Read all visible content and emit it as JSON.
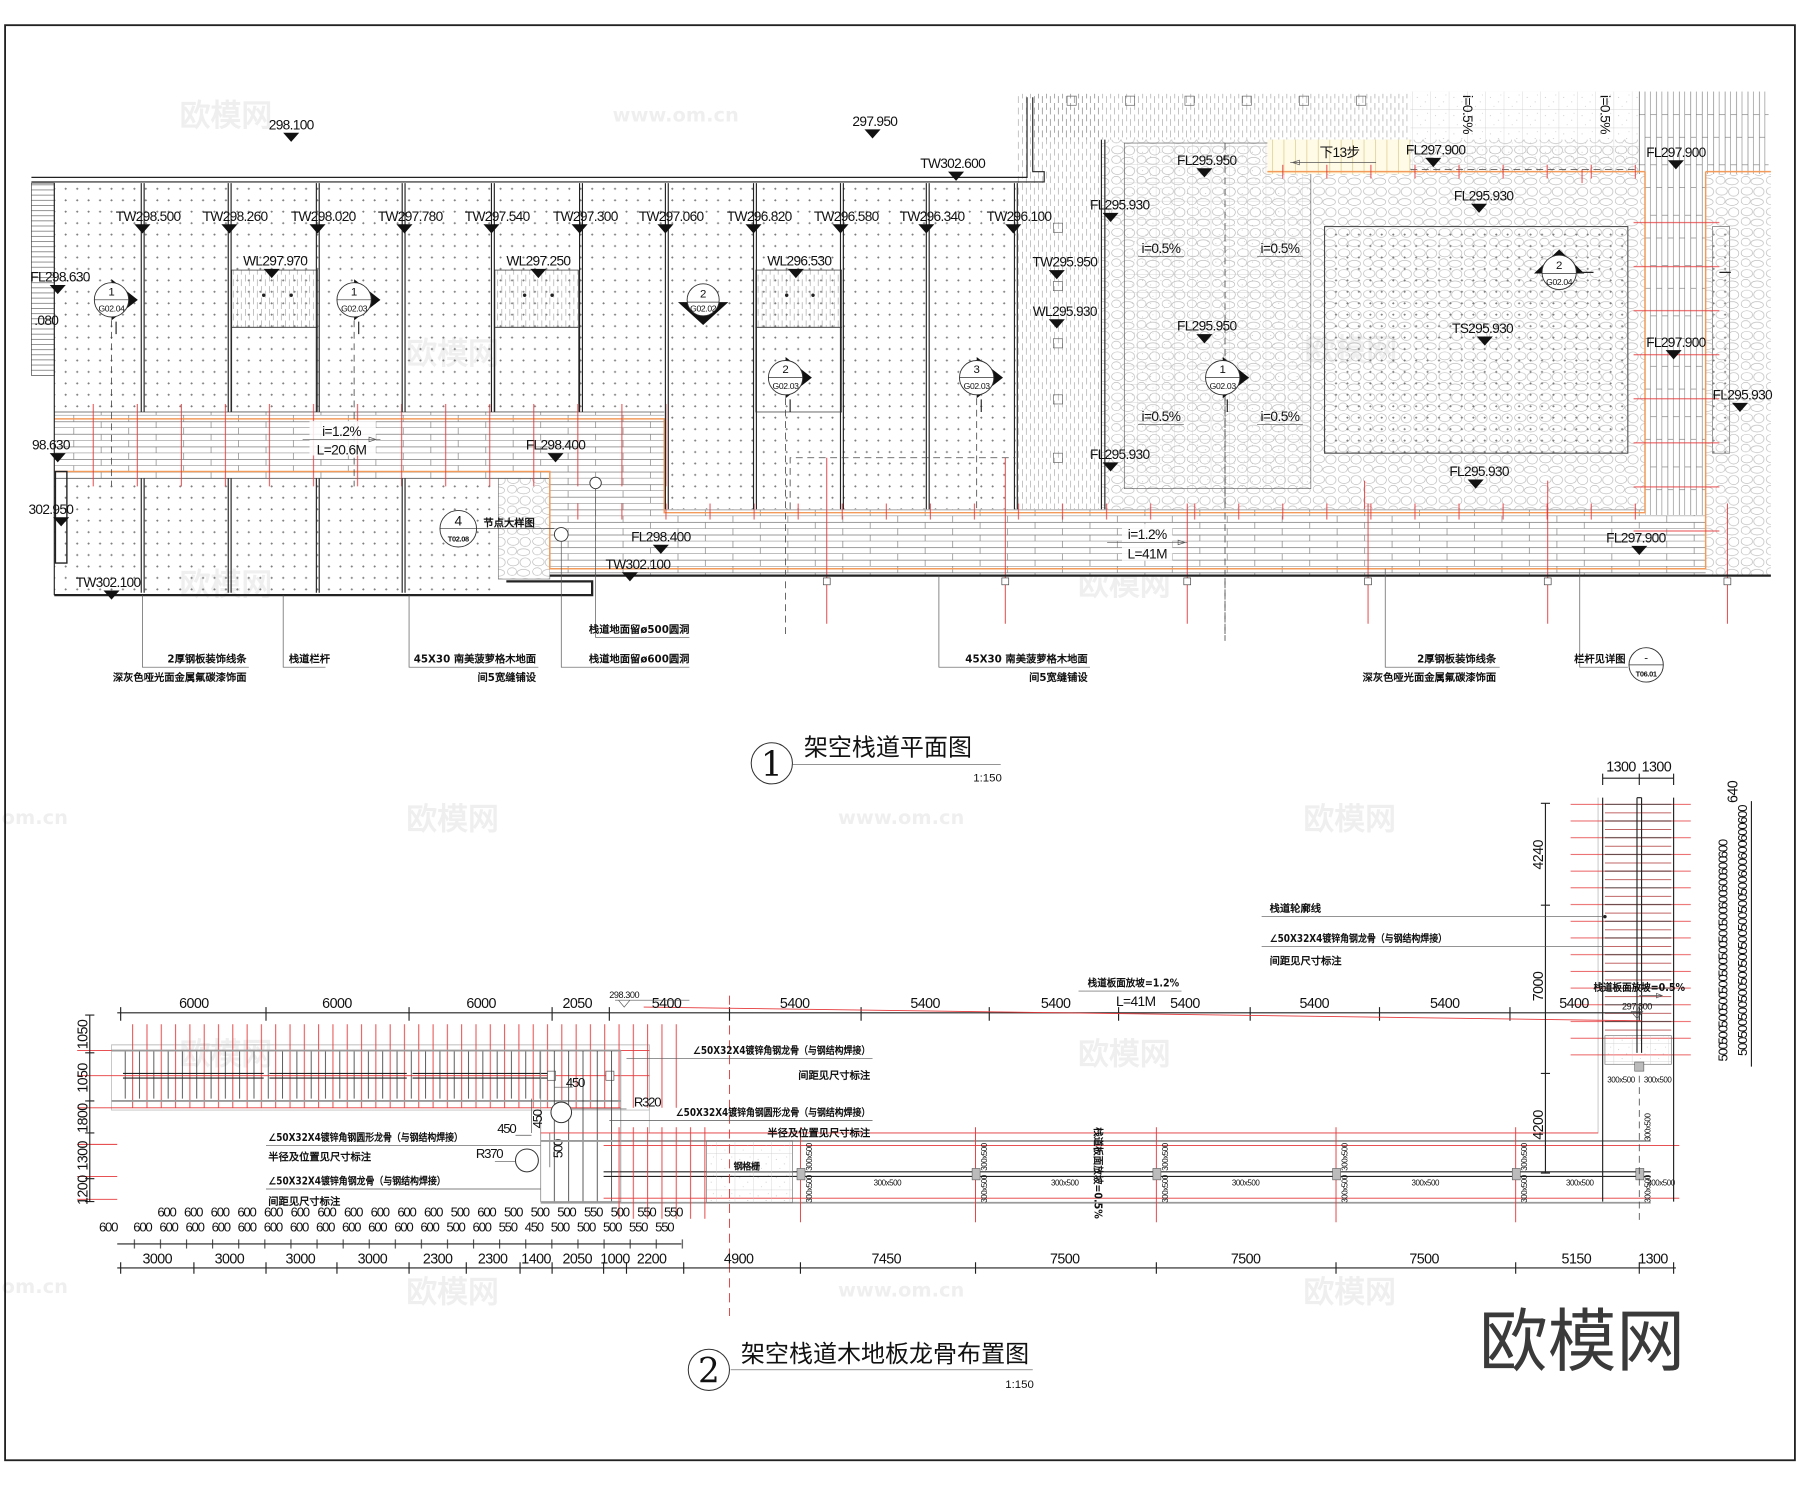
{
  "colors": {
    "line": "#222222",
    "joist_red": "#e5393b",
    "edge_orange": "#f29b5a",
    "stair_fill": "#fffbe6",
    "logo": "#3a3a3a"
  },
  "plan1": {
    "number": "1",
    "title": "架空栈道平面图",
    "scale": "1:150",
    "elevations": [
      "298.100",
      "297.950",
      "TW302.600",
      "TW298.500",
      "TW298.260",
      "TW298.020",
      "TW297.780",
      "TW297.540",
      "TW297.300",
      "TW297.060",
      "TW296.820",
      "TW296.580",
      "TW296.340",
      "TW296.100",
      "WL297.970",
      "WL297.250",
      "WL296.530",
      "FL298.630",
      ".080",
      "98.630",
      "302.950",
      "TW302.100",
      "FL298.400",
      "FL298.400",
      "TW302.100",
      "FL295.950",
      "FL297.900",
      "FL297.900",
      "FL295.930",
      "FL295.930",
      "TW295.950",
      "WL295.930",
      "FL295.950",
      "TS295.930",
      "FL297.900",
      "FL295.930",
      "FL295.930",
      "FL295.930",
      "FL297.900"
    ],
    "slopes": {
      "upper_walkway": {
        "grade": "i=1.2%",
        "length": "L=20.6M"
      },
      "lower_walkway": {
        "grade": "i=1.2%",
        "length": "L=41M"
      },
      "plaza": [
        "i=0.5%",
        "i=0.5%",
        "i=0.5%",
        "i=0.5%"
      ],
      "top_right": [
        "i=0.5%",
        "i=0.5%"
      ]
    },
    "stair_label": "下13步",
    "section_markers": [
      {
        "num": "1",
        "ref": "G02.04"
      },
      {
        "num": "1",
        "ref": "G02.03"
      },
      {
        "num": "2",
        "ref": "G02.02"
      },
      {
        "num": "2",
        "ref": "G02.03"
      },
      {
        "num": "3",
        "ref": "G02.03"
      },
      {
        "num": "1",
        "ref": "G02.03"
      },
      {
        "num": "2",
        "ref": "G02.04"
      }
    ],
    "detail_marker": {
      "num": "4",
      "ref": "T02.08",
      "label": "节点大样图"
    },
    "railing_marker": {
      "num": "-",
      "ref": "T06.01",
      "label": "栏杆见详图"
    },
    "notes": [
      {
        "line1": "2厚钢板装饰线条",
        "line2": "深灰色哑光面金属氟碳漆饰面"
      },
      {
        "line1": "栈道栏杆"
      },
      {
        "line1": "45X30  南美菠萝格木地面",
        "line2": "间5宽缝铺设"
      },
      {
        "line1": "栈道地面留ø500圆洞"
      },
      {
        "line1": "栈道地面留ø600圆洞"
      },
      {
        "line1": "45X30  南美菠萝格木地面",
        "line2": "间5宽缝铺设"
      },
      {
        "line1": "2厚钢板装饰线条",
        "line2": "深灰色哑光面金属氟碳漆饰面"
      }
    ]
  },
  "plan2": {
    "number": "2",
    "title": "架空栈道木地板龙骨布置图",
    "scale": "1:150",
    "top_dims": [
      "6000",
      "6000",
      "6000",
      "2050",
      "5400",
      "5400",
      "5400",
      "5400",
      "5400",
      "5400",
      "5400",
      "5400"
    ],
    "start_elevation": "298.300",
    "end_elevation": "297.800",
    "slope_main": {
      "label": "栈道板面放坡=1.2%",
      "length": "L=41M"
    },
    "slope_right": "栈道板面放坡=0.5%",
    "slope_vertical": "栈道板面放坡=0.5%",
    "left_dims": [
      "1050",
      "1050",
      "1800",
      "1300",
      "1200"
    ],
    "bottom_dims_row1": [
      "600",
      "600",
      "600",
      "600",
      "600",
      "600",
      "600",
      "600",
      "600",
      "600",
      "600",
      "500",
      "600",
      "500",
      "500",
      "500",
      "550",
      "500",
      "550",
      "550"
    ],
    "bottom_dims_row2_first": "600",
    "bottom_dims_row2": [
      "600",
      "600",
      "600",
      "600",
      "600",
      "600",
      "600",
      "600",
      "600",
      "600",
      "600",
      "600",
      "500",
      "600",
      "550",
      "450",
      "500",
      "500",
      "500",
      "550",
      "550"
    ],
    "bottom_dims_row3": [
      "3000",
      "3000",
      "3000",
      "3000",
      "2300",
      "2300",
      "1400",
      "2050",
      "1000",
      "2200",
      "4900",
      "7450",
      "7500",
      "7500",
      "7500",
      "5150",
      "1300"
    ],
    "right_top_dims": [
      "1300",
      "1300"
    ],
    "right_vertical_dims": [
      "4240",
      "7000",
      "4200"
    ],
    "right_edge_top": "640",
    "right_list_inner": [
      "600",
      "600",
      "600",
      "600",
      "500",
      "500",
      "500",
      "500",
      "500",
      "500",
      "500",
      "500",
      "500"
    ],
    "right_list_outer": [
      "600",
      "600",
      "600",
      "600",
      "500",
      "500",
      "500",
      "500",
      "500",
      "500",
      "500",
      "500",
      "500",
      "500"
    ],
    "local_dims": {
      "d450a": "450",
      "d450b": "450",
      "d450c": "450",
      "d500": "500",
      "r320": "R320",
      "r370": "R370"
    },
    "post_size": "300x500",
    "grating_label": "钢格栅",
    "notes": [
      {
        "line1": "∠50X32X4镀锌角钢龙骨（与钢结构焊接）",
        "line2": "间距见尺寸标注"
      },
      {
        "line1": "∠50X32X4镀锌角钢圆形龙骨（与钢结构焊接）",
        "line2": "半径及位置见尺寸标注"
      },
      {
        "line1": "∠50X32X4镀锌角钢圆形龙骨（与钢结构焊接）",
        "line2": "半径及位置见尺寸标注"
      },
      {
        "line1": "∠50X32X4镀锌角钢龙骨（与钢结构焊接）",
        "line2": "间距见尺寸标注"
      },
      {
        "line1": "栈道轮廓线"
      },
      {
        "line1": "∠50X32X4镀锌角钢龙骨（与钢结构焊接）",
        "line2": "间距见尺寸标注"
      }
    ]
  },
  "watermark": {
    "logo": "欧模网",
    "url": "www.om.cn",
    "url_partial": "om.cn"
  }
}
